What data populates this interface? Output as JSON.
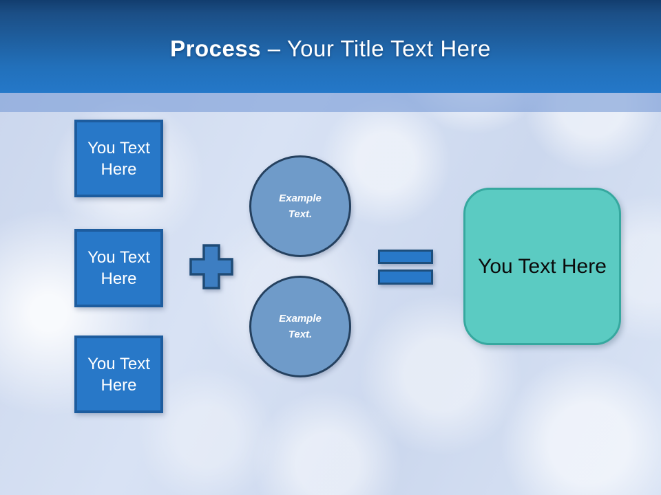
{
  "slide_title": {
    "emphasis": "Process",
    "separator": "–",
    "text": "Your Title Text Here"
  },
  "input_boxes": [
    {
      "label": "You Text Here"
    },
    {
      "label": "You Text Here"
    },
    {
      "label": "You Text Here"
    }
  ],
  "circles": [
    {
      "label": "Example Text."
    },
    {
      "label": "Example Text."
    }
  ],
  "result_box": {
    "label": "You Text Here"
  },
  "operators": {
    "plus_icon": "plus-sign",
    "equals_icon": "equals-sign"
  },
  "colors": {
    "header_gradient_top": "#123d6e",
    "header_gradient_bottom": "#2478c9",
    "accent_band": "#7a9cd6",
    "box_fill": "#2878c8",
    "box_border": "#1d5c9e",
    "plus_fill": "#3d7ec2",
    "plus_border": "#1f4b76",
    "circle_fill": "#6f9bc9",
    "circle_border": "#25415f",
    "equals_fill": "#2878c8",
    "equals_border": "#1d4e7c",
    "result_fill": "#5bcbc2",
    "result_border": "#36a89f",
    "background_base": "#cfdaee",
    "title_text": "#ffffff",
    "result_text": "#0b0b0b"
  }
}
